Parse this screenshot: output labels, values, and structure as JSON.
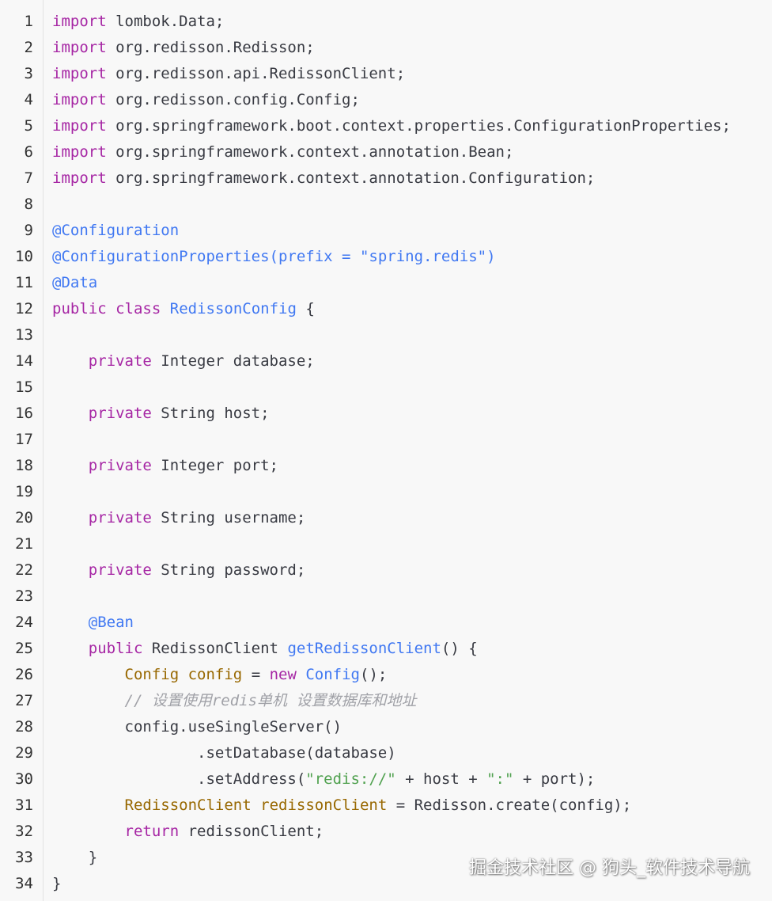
{
  "code": {
    "lines": [
      {
        "n": "1",
        "tokens": [
          {
            "t": "import",
            "c": "kw"
          },
          {
            "t": " lombok.Data;",
            "c": "pl"
          }
        ]
      },
      {
        "n": "2",
        "tokens": [
          {
            "t": "import",
            "c": "kw"
          },
          {
            "t": " org.redisson.Redisson;",
            "c": "pl"
          }
        ]
      },
      {
        "n": "3",
        "tokens": [
          {
            "t": "import",
            "c": "kw"
          },
          {
            "t": " org.redisson.api.RedissonClient;",
            "c": "pl"
          }
        ]
      },
      {
        "n": "4",
        "tokens": [
          {
            "t": "import",
            "c": "kw"
          },
          {
            "t": " org.redisson.config.Config;",
            "c": "pl"
          }
        ]
      },
      {
        "n": "5",
        "tokens": [
          {
            "t": "import",
            "c": "kw"
          },
          {
            "t": " org.springframework.boot.context.properties.ConfigurationProperties;",
            "c": "pl"
          }
        ]
      },
      {
        "n": "6",
        "tokens": [
          {
            "t": "import",
            "c": "kw"
          },
          {
            "t": " org.springframework.context.annotation.Bean;",
            "c": "pl"
          }
        ]
      },
      {
        "n": "7",
        "tokens": [
          {
            "t": "import",
            "c": "kw"
          },
          {
            "t": " org.springframework.context.annotation.Configuration;",
            "c": "pl"
          }
        ]
      },
      {
        "n": "8",
        "tokens": []
      },
      {
        "n": "9",
        "tokens": [
          {
            "t": "@Configuration",
            "c": "ann"
          }
        ]
      },
      {
        "n": "10",
        "tokens": [
          {
            "t": "@ConfigurationProperties(prefix = ",
            "c": "ann"
          },
          {
            "t": "\"spring.redis\"",
            "c": "ann"
          },
          {
            "t": ")",
            "c": "ann"
          }
        ]
      },
      {
        "n": "11",
        "tokens": [
          {
            "t": "@Data",
            "c": "ann"
          }
        ]
      },
      {
        "n": "12",
        "tokens": [
          {
            "t": "public",
            "c": "kw"
          },
          {
            "t": " ",
            "c": "pl"
          },
          {
            "t": "class",
            "c": "kw"
          },
          {
            "t": " ",
            "c": "pl"
          },
          {
            "t": "RedissonConfig",
            "c": "fn"
          },
          {
            "t": " {",
            "c": "pl"
          }
        ]
      },
      {
        "n": "13",
        "tokens": []
      },
      {
        "n": "14",
        "tokens": [
          {
            "t": "    ",
            "c": "pl"
          },
          {
            "t": "private",
            "c": "kw"
          },
          {
            "t": " Integer database;",
            "c": "pl"
          }
        ]
      },
      {
        "n": "15",
        "tokens": []
      },
      {
        "n": "16",
        "tokens": [
          {
            "t": "    ",
            "c": "pl"
          },
          {
            "t": "private",
            "c": "kw"
          },
          {
            "t": " String host;",
            "c": "pl"
          }
        ]
      },
      {
        "n": "17",
        "tokens": []
      },
      {
        "n": "18",
        "tokens": [
          {
            "t": "    ",
            "c": "pl"
          },
          {
            "t": "private",
            "c": "kw"
          },
          {
            "t": " Integer port;",
            "c": "pl"
          }
        ]
      },
      {
        "n": "19",
        "tokens": []
      },
      {
        "n": "20",
        "tokens": [
          {
            "t": "    ",
            "c": "pl"
          },
          {
            "t": "private",
            "c": "kw"
          },
          {
            "t": " String username;",
            "c": "pl"
          }
        ]
      },
      {
        "n": "21",
        "tokens": []
      },
      {
        "n": "22",
        "tokens": [
          {
            "t": "    ",
            "c": "pl"
          },
          {
            "t": "private",
            "c": "kw"
          },
          {
            "t": " String password;",
            "c": "pl"
          }
        ]
      },
      {
        "n": "23",
        "tokens": []
      },
      {
        "n": "24",
        "tokens": [
          {
            "t": "    ",
            "c": "pl"
          },
          {
            "t": "@Bean",
            "c": "ann"
          }
        ]
      },
      {
        "n": "25",
        "tokens": [
          {
            "t": "    ",
            "c": "pl"
          },
          {
            "t": "public",
            "c": "kw"
          },
          {
            "t": " RedissonClient ",
            "c": "pl"
          },
          {
            "t": "getRedissonClient",
            "c": "fn"
          },
          {
            "t": "() {",
            "c": "pl"
          }
        ]
      },
      {
        "n": "26",
        "tokens": [
          {
            "t": "        ",
            "c": "pl"
          },
          {
            "t": "Config",
            "c": "ty"
          },
          {
            "t": " ",
            "c": "pl"
          },
          {
            "t": "config",
            "c": "ty"
          },
          {
            "t": " = ",
            "c": "pl"
          },
          {
            "t": "new",
            "c": "kw"
          },
          {
            "t": " ",
            "c": "pl"
          },
          {
            "t": "Config",
            "c": "fn"
          },
          {
            "t": "();",
            "c": "pl"
          }
        ]
      },
      {
        "n": "27",
        "tokens": [
          {
            "t": "        ",
            "c": "pl"
          },
          {
            "t": "// 设置使用redis单机 设置数据库和地址",
            "c": "cm"
          }
        ]
      },
      {
        "n": "28",
        "tokens": [
          {
            "t": "        config.useSingleServer()",
            "c": "pl"
          }
        ]
      },
      {
        "n": "29",
        "tokens": [
          {
            "t": "                .setDatabase(database)",
            "c": "pl"
          }
        ]
      },
      {
        "n": "30",
        "tokens": [
          {
            "t": "                .setAddress(",
            "c": "pl"
          },
          {
            "t": "\"redis://\"",
            "c": "str"
          },
          {
            "t": " + host + ",
            "c": "pl"
          },
          {
            "t": "\":\"",
            "c": "str"
          },
          {
            "t": " + port);",
            "c": "pl"
          }
        ]
      },
      {
        "n": "31",
        "tokens": [
          {
            "t": "        ",
            "c": "pl"
          },
          {
            "t": "RedissonClient",
            "c": "ty"
          },
          {
            "t": " ",
            "c": "pl"
          },
          {
            "t": "redissonClient",
            "c": "ty"
          },
          {
            "t": " = Redisson.create(config);",
            "c": "pl"
          }
        ]
      },
      {
        "n": "32",
        "tokens": [
          {
            "t": "        ",
            "c": "pl"
          },
          {
            "t": "return",
            "c": "kw"
          },
          {
            "t": " redissonClient;",
            "c": "pl"
          }
        ]
      },
      {
        "n": "33",
        "tokens": [
          {
            "t": "    }",
            "c": "pl"
          }
        ]
      },
      {
        "n": "34",
        "tokens": [
          {
            "t": "}",
            "c": "pl"
          }
        ]
      }
    ]
  },
  "watermark": "掘金技术社区 @ 狗头_软件技术导航",
  "colors": {
    "background": "#f8f8f8",
    "keyword": "#a626a4",
    "annotation": "#4078f2",
    "function": "#4078f2",
    "string": "#50a14f",
    "type": "#986801",
    "comment": "#a0a1a7",
    "plain": "#383a42"
  }
}
